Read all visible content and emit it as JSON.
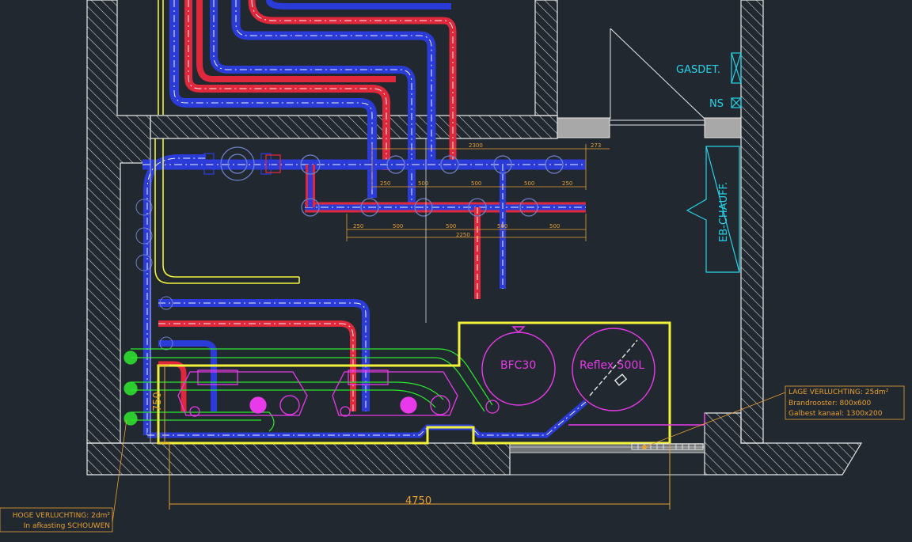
{
  "colors": {
    "background": "#212830",
    "wall": "#e8e8e8",
    "pipe_blue": "#2a3bd8",
    "pipe_red": "#e0283c",
    "pipe_centerline": "#f0f0f0",
    "outline_slate": "#6f7fc0",
    "yellow": "#f2f23a",
    "green": "#2ee82e",
    "magenta": "#e83ae8",
    "cyan": "#25d4e8",
    "orange": "#e8a030",
    "grey_block": "#a8a8a8"
  },
  "labels": {
    "gasdet": "GASDET.",
    "ns": "NS",
    "eb_chauff": "EB-CHAUFF.",
    "bfc30": "BFC30",
    "reflex": "Reflex 500L",
    "dim_main": "4750",
    "dim_vertical": "750"
  },
  "notes": {
    "lage_line1": "LAGE VERLUCHTING: 25dm²",
    "lage_line2": "Brandrooster: 800x600",
    "lage_line3": "Galbest kanaal: 1300x200",
    "hoge_line1": "HOGE VERLUCHTING: 2dm²",
    "hoge_line2": "In afkasting SCHOUWEN"
  },
  "dims_top_row": [
    "2300",
    "273"
  ],
  "dims_row1": [
    "250",
    "500",
    "500",
    "500",
    "250"
  ],
  "dims_row2": [
    "250",
    "500",
    "500",
    "500",
    "500"
  ],
  "dims_total": "2250",
  "icons": [
    "valve-icon",
    "pump-icon",
    "vent-grille-icon",
    "door-swing-icon"
  ]
}
